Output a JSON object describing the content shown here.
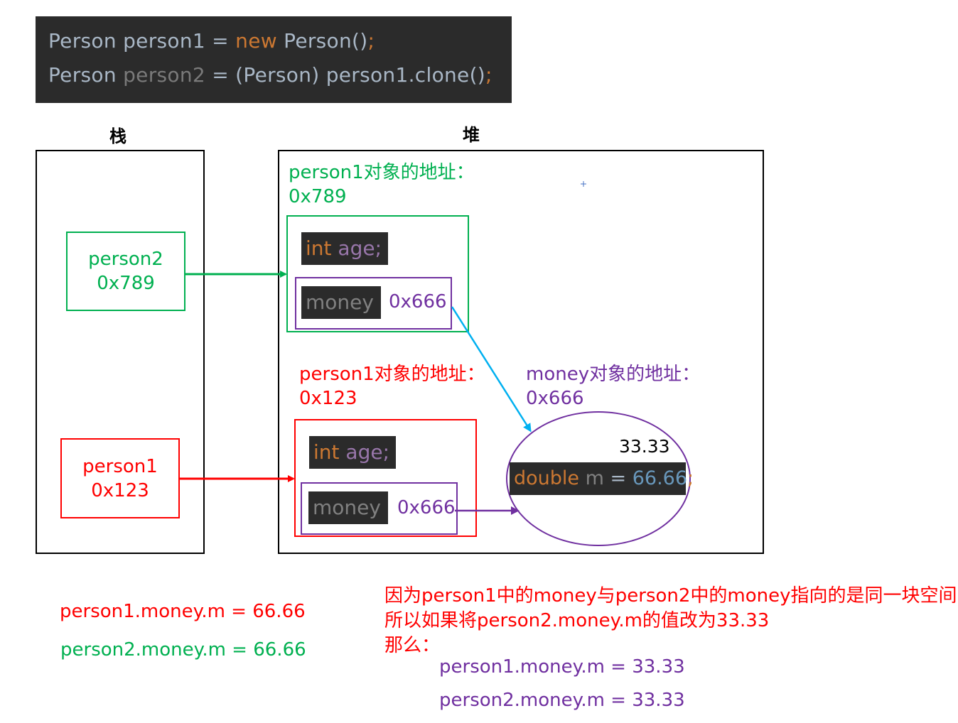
{
  "code": {
    "line1": {
      "t1": "Person person1 = ",
      "t2": "new",
      "t3": " Person()",
      "t4": ";"
    },
    "line2": {
      "t1": "Person ",
      "t2": "person2",
      "t3": " = (Person) person1.clone()",
      "t4": ";"
    }
  },
  "titles": {
    "stack": "栈",
    "heap": "堆"
  },
  "stack": {
    "person2": {
      "name": "person2",
      "addr": "0x789"
    },
    "person1": {
      "name": "person1",
      "addr": "0x123"
    }
  },
  "heap": {
    "obj_green": {
      "label": "person1对象的地址：",
      "addr": "0x789",
      "int_kw": "int",
      "age": " age;",
      "money": "money",
      "money_addr": "0x666"
    },
    "obj_red": {
      "label": "person1对象的地址：",
      "addr": "0x123",
      "int_kw": "int",
      "age": " age;",
      "money": "money",
      "money_addr": "0x666"
    },
    "money_obj": {
      "label": "money对象的地址：",
      "addr": "0x666",
      "new_value": "33.33",
      "code_kw": "double",
      "code_var": " m",
      "code_eq": " = ",
      "code_num": "66.66",
      "code_semi": ";"
    }
  },
  "bottom_left": {
    "line1": "person1.money.m  =  66.66",
    "line2": "person2.money.m  =  66.66"
  },
  "explanation": {
    "line1": "因为person1中的money与person2中的money指向的是同一块空间",
    "line2": "所以如果将person2.money.m的值改为33.33",
    "line3": "那么：",
    "result1": "person1.money.m  =  33.33",
    "result2": "person2.money.m  =  33.33"
  },
  "colors": {
    "green": "#00b050",
    "red": "#ff0000",
    "purple": "#7030a0",
    "blue": "#00b0f0",
    "code_bg": "#2b2b2b"
  }
}
